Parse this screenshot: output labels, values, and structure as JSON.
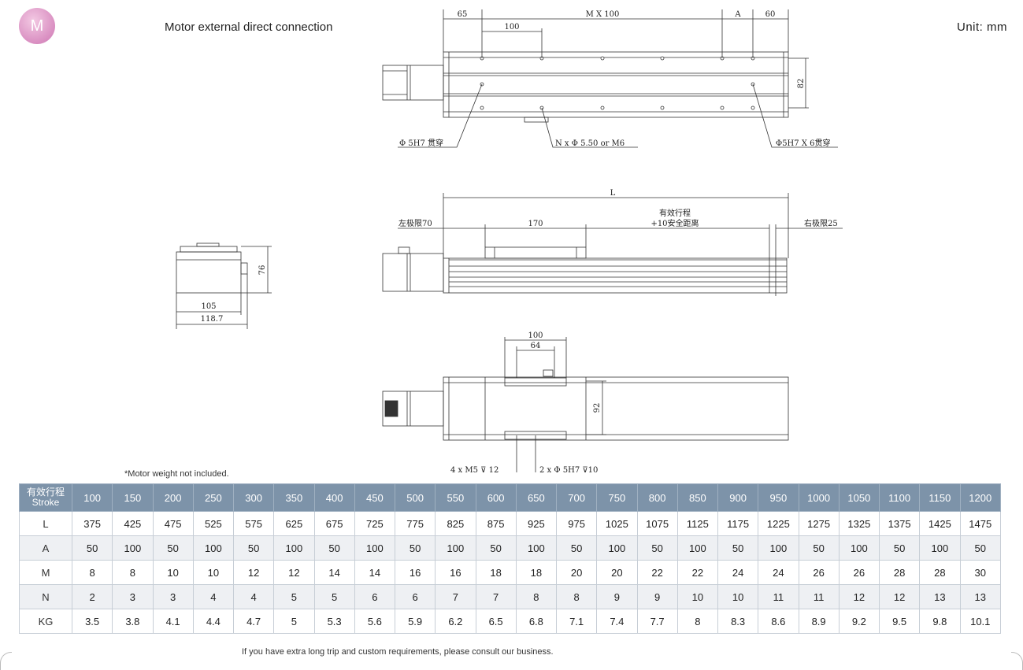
{
  "badge_letter": "M",
  "title": "Motor external direct connection",
  "unit": "Unit: mm",
  "note": "*Motor weight not included.",
  "footer": "If you have extra long trip and custom requirements, please consult our business.",
  "drawing_labels": {
    "d65": "65",
    "dMX100": "M X 100",
    "dA": "A",
    "d60": "60",
    "d100": "100",
    "d82": "82",
    "hole_left": "Φ 5H7 贯穿",
    "hole_mid": "N x Φ 5.50 or M6",
    "hole_right": "Φ5H7 X 6贯穿",
    "dL": "L",
    "eff_stroke": "有效行程",
    "safe_dist": "+10安全距离",
    "left_limit": "左极限70",
    "right_limit": "右极限25",
    "d170": "170",
    "d76": "76",
    "d105": "105",
    "d118": "118.7",
    "top100": "100",
    "top64": "64",
    "d92": "92",
    "m5": "4 x  M5 ⊽ 12",
    "h5": "2 x Φ 5H7 ⊽10"
  },
  "table": {
    "header_cn": "有效行程",
    "header_en": "Stroke",
    "strokes": [
      "100",
      "150",
      "200",
      "250",
      "300",
      "350",
      "400",
      "450",
      "500",
      "550",
      "600",
      "650",
      "700",
      "750",
      "800",
      "850",
      "900",
      "950",
      "1000",
      "1050",
      "1100",
      "1150",
      "1200"
    ],
    "rows": [
      {
        "label": "L",
        "values": [
          "375",
          "425",
          "475",
          "525",
          "575",
          "625",
          "675",
          "725",
          "775",
          "825",
          "875",
          "925",
          "975",
          "1025",
          "1075",
          "1125",
          "1175",
          "1225",
          "1275",
          "1325",
          "1375",
          "1425",
          "1475"
        ]
      },
      {
        "label": "A",
        "values": [
          "50",
          "100",
          "50",
          "100",
          "50",
          "100",
          "50",
          "100",
          "50",
          "100",
          "50",
          "100",
          "50",
          "100",
          "50",
          "100",
          "50",
          "100",
          "50",
          "100",
          "50",
          "100",
          "50"
        ]
      },
      {
        "label": "M",
        "values": [
          "8",
          "8",
          "10",
          "10",
          "12",
          "12",
          "14",
          "14",
          "16",
          "16",
          "18",
          "18",
          "20",
          "20",
          "22",
          "22",
          "24",
          "24",
          "26",
          "26",
          "28",
          "28",
          "30"
        ]
      },
      {
        "label": "N",
        "values": [
          "2",
          "3",
          "3",
          "4",
          "4",
          "5",
          "5",
          "6",
          "6",
          "7",
          "7",
          "8",
          "8",
          "9",
          "9",
          "10",
          "10",
          "11",
          "11",
          "12",
          "12",
          "13",
          "13"
        ]
      },
      {
        "label": "KG",
        "values": [
          "3.5",
          "3.8",
          "4.1",
          "4.4",
          "4.7",
          "5",
          "5.3",
          "5.6",
          "5.9",
          "6.2",
          "6.5",
          "6.8",
          "7.1",
          "7.4",
          "7.7",
          "8",
          "8.3",
          "8.6",
          "8.9",
          "9.2",
          "9.5",
          "9.8",
          "10.1"
        ]
      }
    ]
  }
}
